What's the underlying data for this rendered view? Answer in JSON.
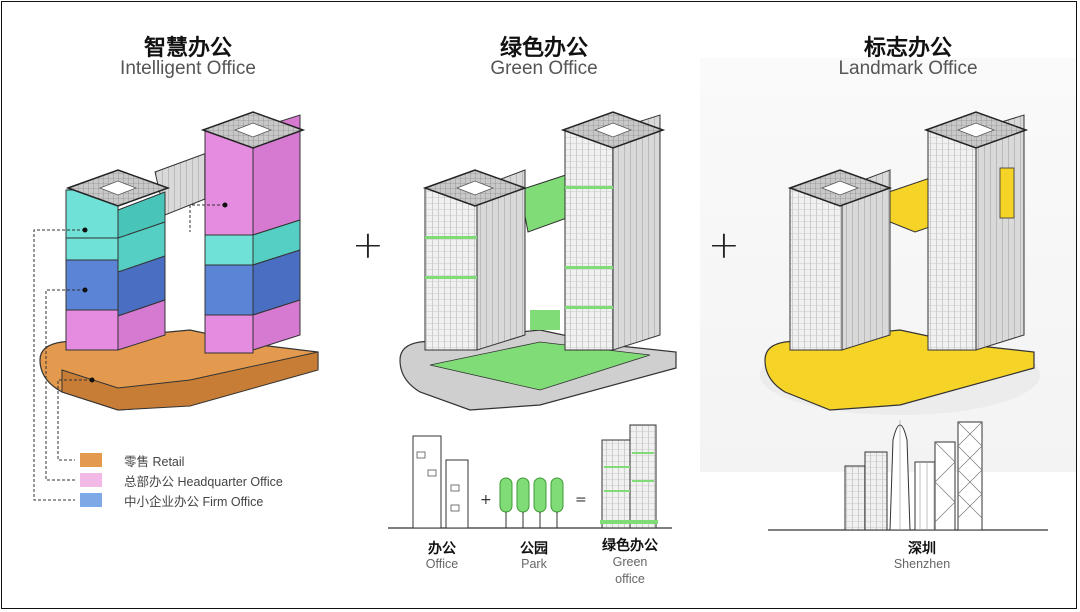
{
  "panels": [
    {
      "title_cn": "智慧办公",
      "title_en": "Intelligent Office"
    },
    {
      "title_cn": "绿色办公",
      "title_en": "Green Office"
    },
    {
      "title_cn": "标志办公",
      "title_en": "Landmark Office"
    }
  ],
  "operators": {
    "plus": "+",
    "plus_small": "+",
    "equals": "="
  },
  "legend": [
    {
      "label": "零售 Retail",
      "color": "#e39a4f"
    },
    {
      "label": "总部办公 Headquarter Office",
      "color": "#f2b9e6"
    },
    {
      "label": "中小企业办公 Firm Office",
      "color": "#7fa9e6"
    }
  ],
  "green_equation": [
    {
      "cn": "办公",
      "en": "Office"
    },
    {
      "cn": "公园",
      "en": "Park"
    },
    {
      "cn": "绿色办公",
      "en": "Green",
      "en2": "office"
    }
  ],
  "skyline": {
    "cn": "深圳",
    "en": "Shenzhen"
  },
  "colors": {
    "retail": "#e39a4f",
    "hq": "#e58be0",
    "firm": "#5b84d6",
    "teal": "#62d8cc",
    "green": "#7fdc76",
    "yellow": "#f5d327"
  }
}
